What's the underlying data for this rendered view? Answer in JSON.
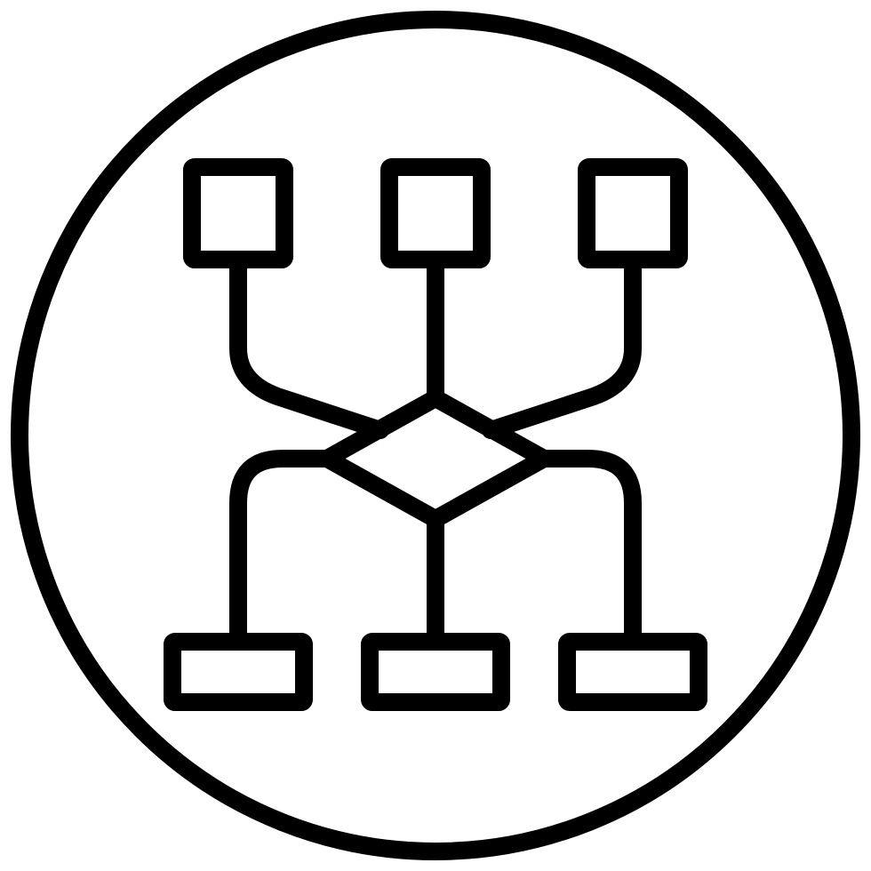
{
  "icon": {
    "name": "workflow-diagram-icon",
    "style": "outline",
    "stroke_color": "#000000",
    "background_color": "#ffffff",
    "parts": {
      "enclosure": "circle",
      "top_nodes": [
        "square",
        "square",
        "square"
      ],
      "decision_node": "diamond",
      "bottom_nodes": [
        "rectangle",
        "rectangle",
        "rectangle"
      ]
    }
  }
}
